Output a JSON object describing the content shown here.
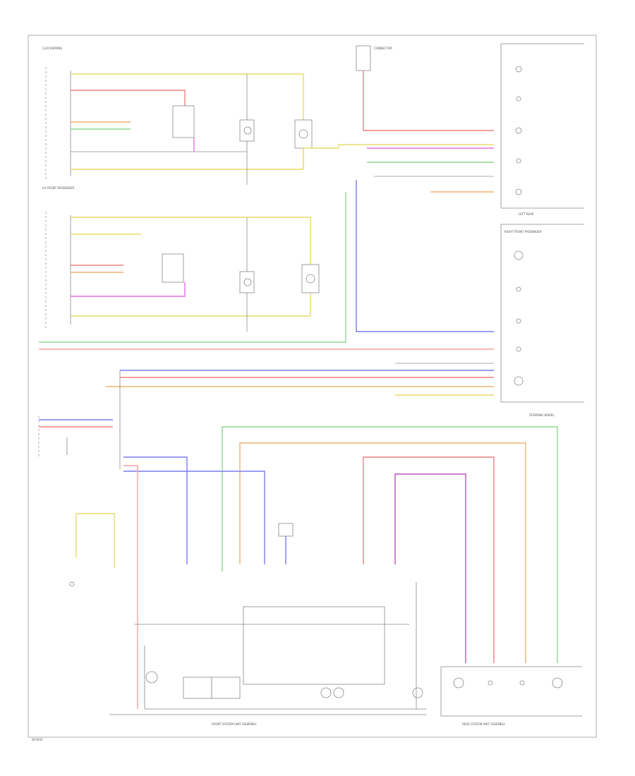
{
  "colors": {
    "yellow": "#e8dc6a",
    "red": "#f08080",
    "pink": "#f5a0a0",
    "orange": "#f0b070",
    "green": "#8fd88f",
    "blue": "#7a7af0",
    "violet": "#c050c0",
    "magenta": "#e070e0",
    "teal": "#70c0c0",
    "tan": "#e0c080",
    "gray": "#c8c8c8"
  },
  "labels": {
    "top_left_header": "CLOCKSPRING",
    "mid_left_header": "LH FRONT PASSENGER",
    "top_center_note": "CONNECTOR",
    "right_top_header": "LEFT REAR",
    "right_mid_header": "RIGHT FRONT PASSENGER",
    "right_mid_footer": "STEERING WHEEL",
    "bottom_center_caption": "FRONT SYSTEM UNIT ASSEMBLY",
    "bottom_right_caption": "REAR SYSTEM UNIT ASSEMBLY",
    "page_code": "W-0044"
  }
}
